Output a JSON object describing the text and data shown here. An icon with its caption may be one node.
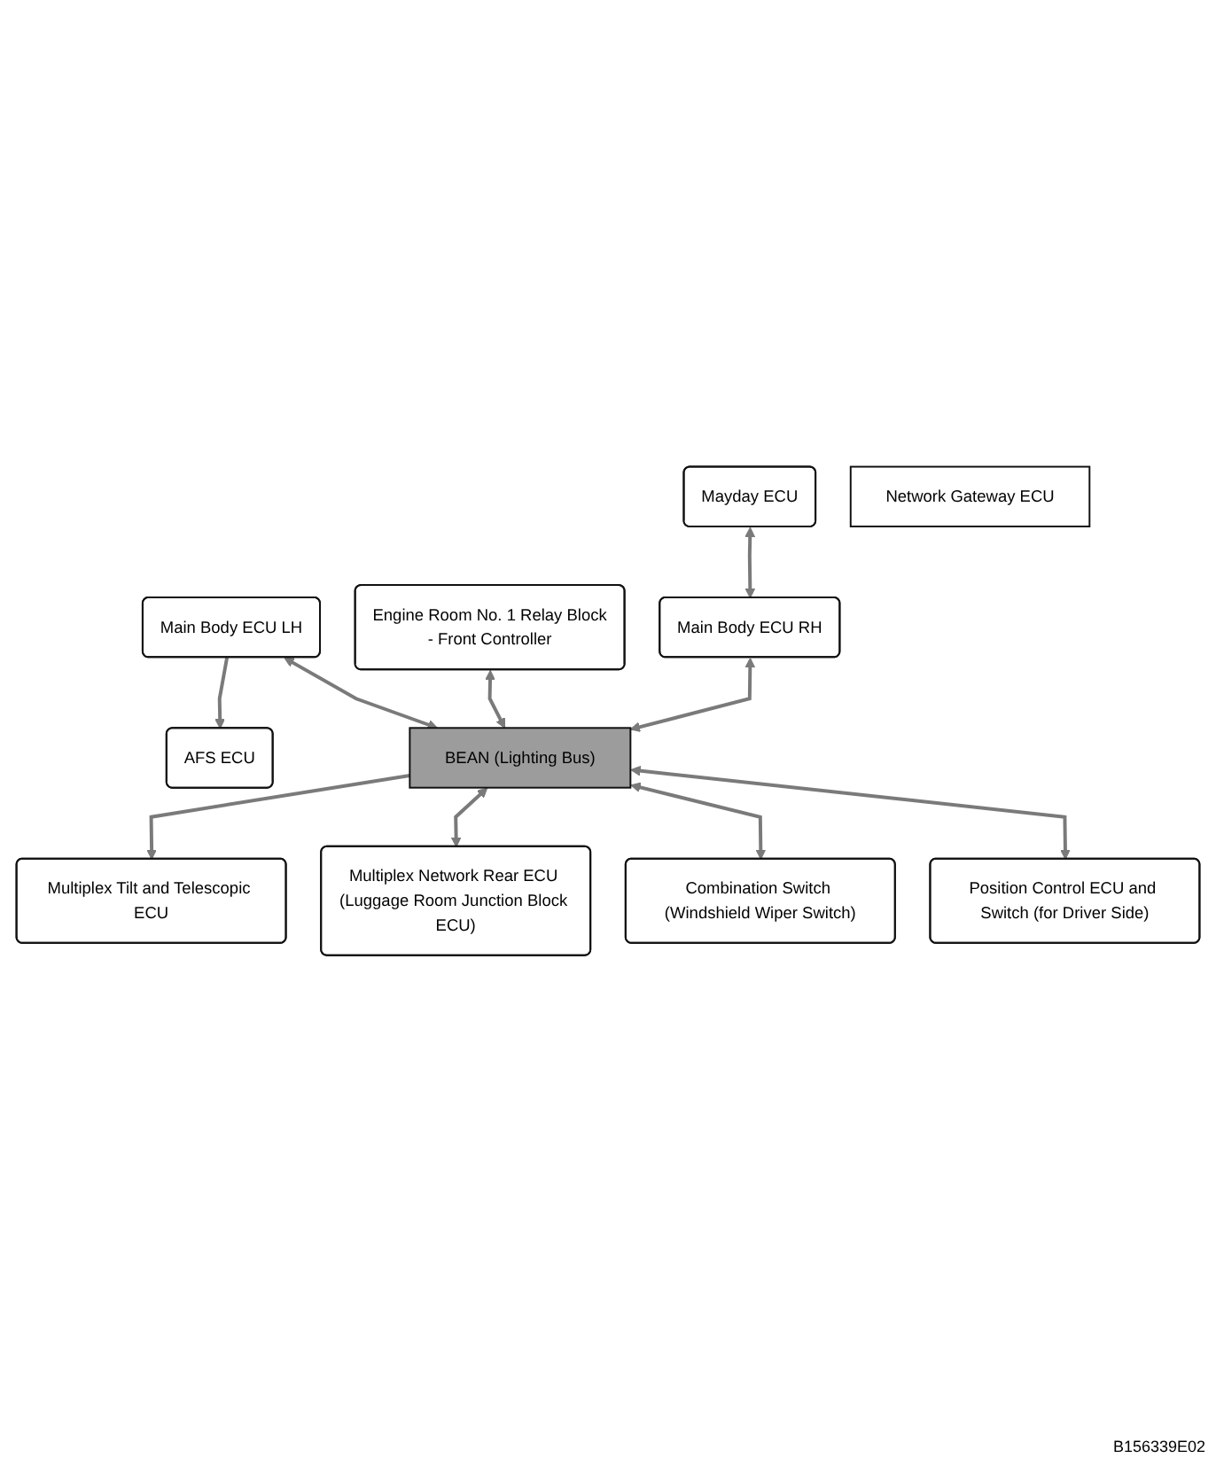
{
  "diagram": {
    "nodes": [
      {
        "text": [
          "Mayday ECU"
        ]
      },
      {
        "text": [
          "Main Body ECU LH"
        ]
      },
      {
        "text": [
          "Engine Room No. 1 Relay Block",
          "- Front Controller"
        ]
      },
      {
        "text": [
          "AFS ECU"
        ]
      },
      {
        "text": [
          "Main Body ECU RH"
        ]
      },
      {
        "text": [
          "Network Gateway ECU"
        ]
      },
      {
        "text": [
          "BEAN (Lighting Bus)"
        ]
      },
      {
        "text": [
          "Multiplex Tilt and Telescopic ECU"
        ]
      },
      {
        "text": [
          "Combination Switch (Windshield Wiper Switch)"
        ]
      },
      {
        "text": [
          "Multiplex Network Rear ECU (Luggage Room Junction Block ECU)"
        ]
      },
      {
        "text": [
          "Position Control ECU and Switch (for Driver Side)"
        ]
      }
    ],
    "edges": [
      {
        "from": 0,
        "to": 4,
        "arrow": "both"
      },
      {
        "from": 1,
        "to": 3,
        "arrow": "to"
      },
      {
        "from": 1,
        "to": 6,
        "arrow": "both"
      },
      {
        "from": 2,
        "to": 6,
        "arrow": "both"
      },
      {
        "from": 4,
        "to": 6,
        "arrow": "both"
      },
      {
        "from": 6,
        "to": 7,
        "arrow": "to"
      },
      {
        "from": 6,
        "to": 9,
        "arrow": "both"
      },
      {
        "from": 6,
        "to": 8,
        "arrow": "both"
      },
      {
        "from": 6,
        "to": 10,
        "arrow": "both"
      }
    ],
    "labels": [
      "B156339E02"
    ]
  }
}
